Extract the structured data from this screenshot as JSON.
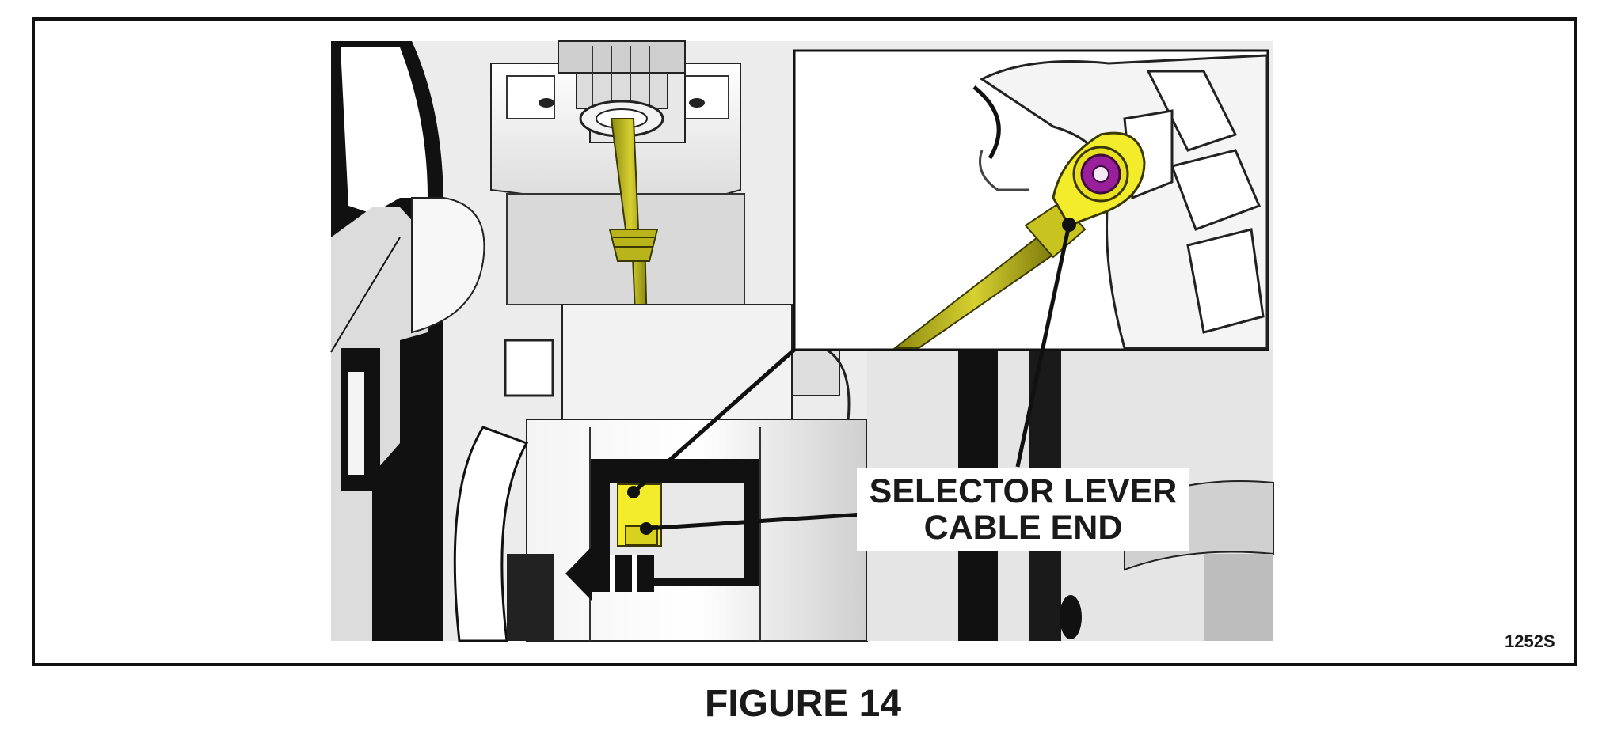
{
  "callout": {
    "line1": "SELECTOR LEVER",
    "line2": "CABLE END"
  },
  "reference_code": "1252S",
  "figure_title": "FIGURE 14",
  "colors": {
    "cable": "#c8c21a",
    "cable_end": "#f2ec2a",
    "nut": "#9a1f9a",
    "outline": "#111111"
  }
}
